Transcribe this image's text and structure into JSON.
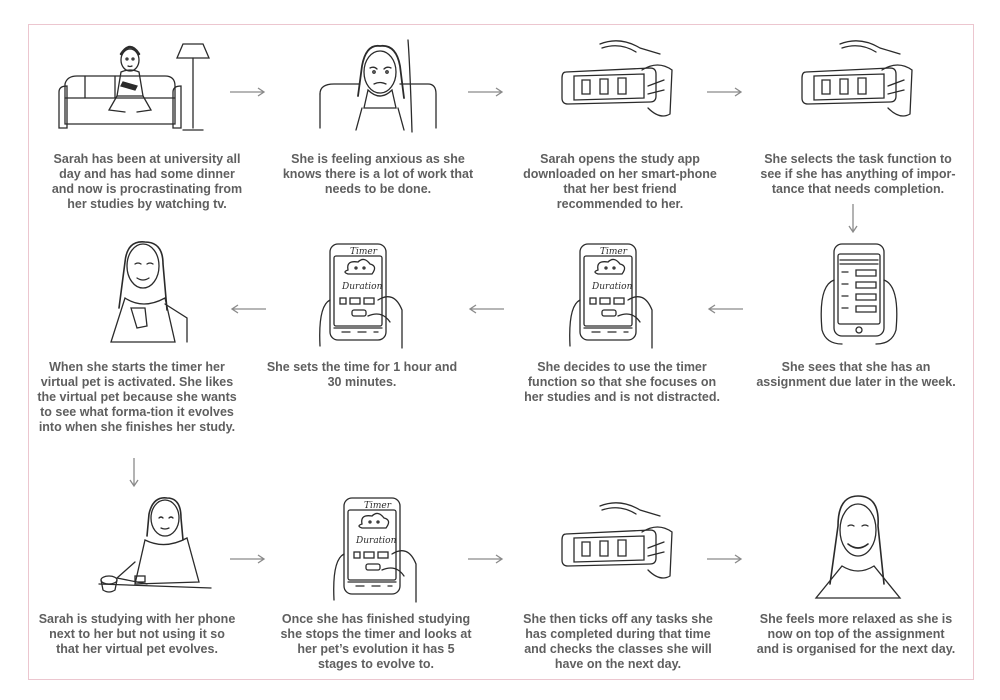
{
  "panels": [
    {
      "id": 1,
      "caption": "Sarah has been at university all day and has had some dinner and now is procrastinating from her studies by watching tv."
    },
    {
      "id": 2,
      "caption": "She is feeling anxious as she knows there is a lot of work that needs to be done."
    },
    {
      "id": 3,
      "caption": "Sarah opens the study app downloaded on her smart-phone that her best friend recommended to her."
    },
    {
      "id": 4,
      "caption": "She selects the task function to see if she has anything of impor-tance that needs completion."
    },
    {
      "id": 5,
      "caption": "She sees that she has an assignment due later in the week."
    },
    {
      "id": 6,
      "caption": "She decides to use the timer function so that she focuses on her studies and is not distracted."
    },
    {
      "id": 7,
      "caption": "She sets the time for 1 hour and 30 minutes."
    },
    {
      "id": 8,
      "caption": "When she starts the timer her virtual pet is activated. She likes the virtual pet because she wants to see what forma-tion it evolves into when she finishes her study."
    },
    {
      "id": 9,
      "caption": "Sarah is studying with her phone next to her but not using it so that her virtual pet evolves."
    },
    {
      "id": 10,
      "caption": "Once she has finished studying she stops the timer and looks at her pet’s evolution it has 5 stages to evolve to."
    },
    {
      "id": 11,
      "caption": "She then ticks off any tasks she has completed during that time and checks the classes she will have on the next day."
    },
    {
      "id": 12,
      "caption": "She feels more relaxed as she is now on top of the assignment and is organised for the next day."
    }
  ],
  "phone_screen": {
    "timer_title": "Timer",
    "duration_label": "Duration"
  },
  "colors": {
    "frame_border": "#ecc6cf",
    "caption_text": "#5f5f5f",
    "arrow": "#8a8a8a",
    "sketch_line": "#2b2b2b"
  }
}
